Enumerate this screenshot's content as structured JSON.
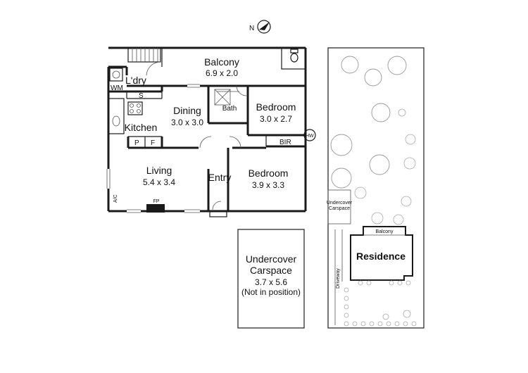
{
  "compass": {
    "label": "N"
  },
  "floorplan": {
    "rooms": [
      {
        "name": "Balcony",
        "size": "6.9 x 2.0"
      },
      {
        "name": "L'dry",
        "size": ""
      },
      {
        "name": "Dining",
        "size": "3.0 x 3.0"
      },
      {
        "name": "Bath",
        "size": ""
      },
      {
        "name": "Bedroom",
        "size": "3.0 x 2.7"
      },
      {
        "name": "Kitchen",
        "size": ""
      },
      {
        "name": "Living",
        "size": "5.4 x 3.4"
      },
      {
        "name": "Entry",
        "size": ""
      },
      {
        "name": "Bedroom",
        "size": "3.9 x 3.3"
      }
    ],
    "fixtures": {
      "wm": "WM",
      "s": "S",
      "p": "P",
      "f": "F",
      "bir": "BIR",
      "hw": "HW",
      "ac": "A/C",
      "fp": "FP"
    }
  },
  "carspace": {
    "line1": "Undercover",
    "line2": "Carspace",
    "size": "3.7 x 5.6",
    "note": "(Not in position)"
  },
  "siteplan": {
    "undercover": "Undercover",
    "carspace": "Carspace",
    "balcony": "Balcony",
    "residence": "Residence",
    "driveway": "Driveway"
  }
}
